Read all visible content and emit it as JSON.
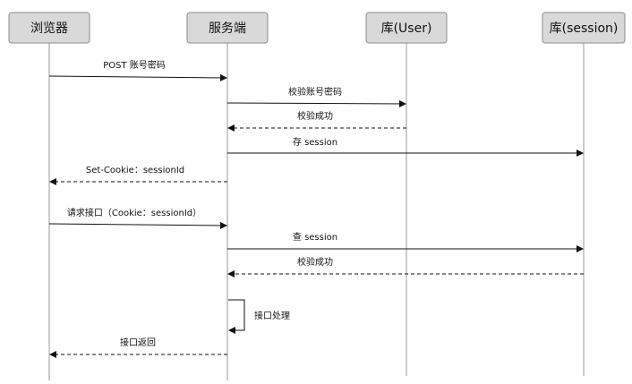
{
  "actors": [
    {
      "id": "browser",
      "label": "浏览器"
    },
    {
      "id": "server",
      "label": "服务端"
    },
    {
      "id": "user_db",
      "label": "库(User)"
    },
    {
      "id": "session_db",
      "label": "库(session)"
    }
  ],
  "messages": [
    {
      "from": "browser",
      "to": "server",
      "label": "POST 账号密码",
      "style": "solid"
    },
    {
      "from": "server",
      "to": "user_db",
      "label": "校验账号密码",
      "style": "solid"
    },
    {
      "from": "user_db",
      "to": "server",
      "label": "校验成功",
      "style": "dashed"
    },
    {
      "from": "server",
      "to": "session_db",
      "label": "存 session",
      "style": "solid"
    },
    {
      "from": "server",
      "to": "browser",
      "label": "Set-Cookie：sessionId",
      "style": "dashed"
    },
    {
      "from": "browser",
      "to": "server",
      "label": "请求接口（Cookie：sessionId）",
      "style": "solid"
    },
    {
      "from": "server",
      "to": "session_db",
      "label": "查 session",
      "style": "solid"
    },
    {
      "from": "session_db",
      "to": "server",
      "label": "校验成功",
      "style": "dashed"
    },
    {
      "from": "server",
      "to": "server",
      "label": "接口处理",
      "style": "self"
    },
    {
      "from": "server",
      "to": "browser",
      "label": "接口返回",
      "style": "dashed"
    }
  ],
  "colors": {
    "actor_fill": "#d9d9d9",
    "actor_stroke": "#8c8c8c",
    "lifeline": "#9a9a9a",
    "arrow": "#111111",
    "text": "#111111"
  }
}
